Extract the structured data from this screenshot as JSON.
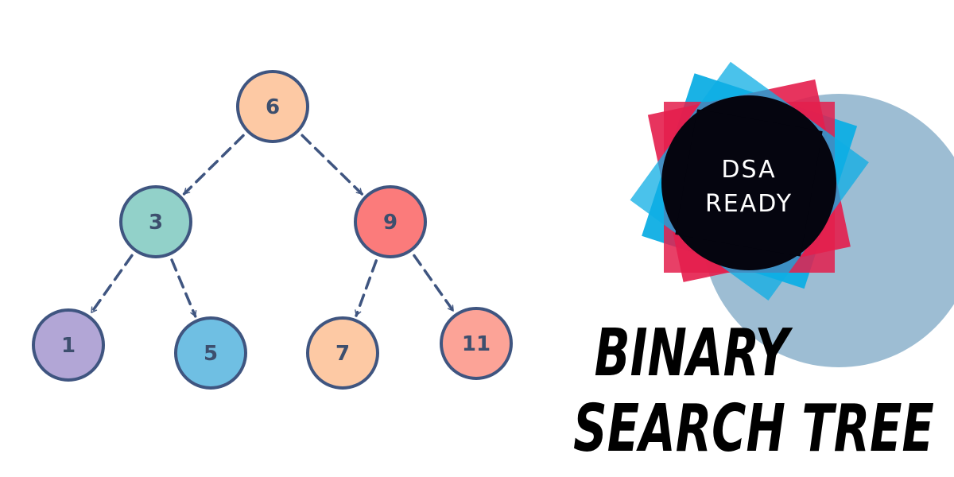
{
  "tree": {
    "node_stroke": "#3f5580",
    "edge_color": "#3f5580",
    "nodes": [
      {
        "id": "n6",
        "label": "6",
        "color": "#fdc9a4"
      },
      {
        "id": "n3",
        "label": "3",
        "color": "#92d1c9"
      },
      {
        "id": "n9",
        "label": "9",
        "color": "#fb7b7b"
      },
      {
        "id": "n1",
        "label": "1",
        "color": "#b2a6d6"
      },
      {
        "id": "n5",
        "label": "5",
        "color": "#6fbfe3"
      },
      {
        "id": "n7",
        "label": "7",
        "color": "#fdc9a4"
      },
      {
        "id": "n11",
        "label": "11",
        "color": "#fca397"
      }
    ],
    "edges": [
      {
        "from": "n6",
        "to": "n3"
      },
      {
        "from": "n6",
        "to": "n9"
      },
      {
        "from": "n3",
        "to": "n1"
      },
      {
        "from": "n3",
        "to": "n5"
      },
      {
        "from": "n9",
        "to": "n7"
      },
      {
        "from": "n9",
        "to": "n11"
      }
    ]
  },
  "logo": {
    "line1": "DSA",
    "line2": "READY",
    "colors": {
      "red": "#e41e4c",
      "blue": "#0eaee4",
      "dark": "#05050f",
      "circle": "#9dbdd3"
    }
  },
  "headline": {
    "line1": "BINARY",
    "line2": "SEARCH TREE"
  }
}
